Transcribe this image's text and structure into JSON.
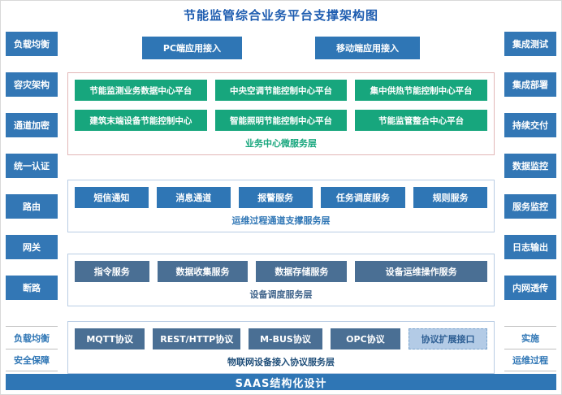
{
  "title": "节能监管综合业务平台支撑架构图",
  "left_sidebar": {
    "items": [
      "负载均衡",
      "容灾架构",
      "通道加密",
      "统一认证",
      "路由",
      "网关",
      "断路"
    ],
    "footer": [
      "负载均衡",
      "安全保障"
    ]
  },
  "right_sidebar": {
    "items": [
      "集成测试",
      "集成部署",
      "持续交付",
      "数据监控",
      "服务监控",
      "日志输出",
      "内网透传"
    ],
    "footer": [
      "实施",
      "运维过程"
    ]
  },
  "access": {
    "pc": "PC端应用接入",
    "mobile": "移动端应用接入"
  },
  "layers": {
    "business": {
      "label": "业务中心微服务层",
      "row1": [
        "节能监测业务数据中心平台",
        "中央空调节能控制中心平台",
        "集中供热节能控制中心平台"
      ],
      "row2": [
        "建筑末端设备节能控制中心",
        "智能照明节能控制中心平台",
        "节能监管整合中心平台"
      ]
    },
    "channel": {
      "label": "运维过程通道支撑服务层",
      "items": [
        "短信通知",
        "消息通道",
        "报警服务",
        "任务调度服务",
        "规则服务"
      ]
    },
    "device": {
      "label": "设备调度服务层",
      "items": [
        "指令服务",
        "数据收集服务",
        "数据存储服务",
        "设备运维操作服务"
      ]
    },
    "iot": {
      "label": "物联网设备接入协议服务层",
      "items": [
        "MQTT协议",
        "REST/HTTP协议",
        "M-BUS协议",
        "OPC协议",
        "协议扩展接口"
      ]
    }
  },
  "bottom_bar": "SAAS结构化设计",
  "colors": {
    "blue": "#2f76b5",
    "green": "#17a67d",
    "slate": "#4a6f94",
    "light_blue": "#b3cbe6",
    "title_blue": "#1d5cb0"
  }
}
